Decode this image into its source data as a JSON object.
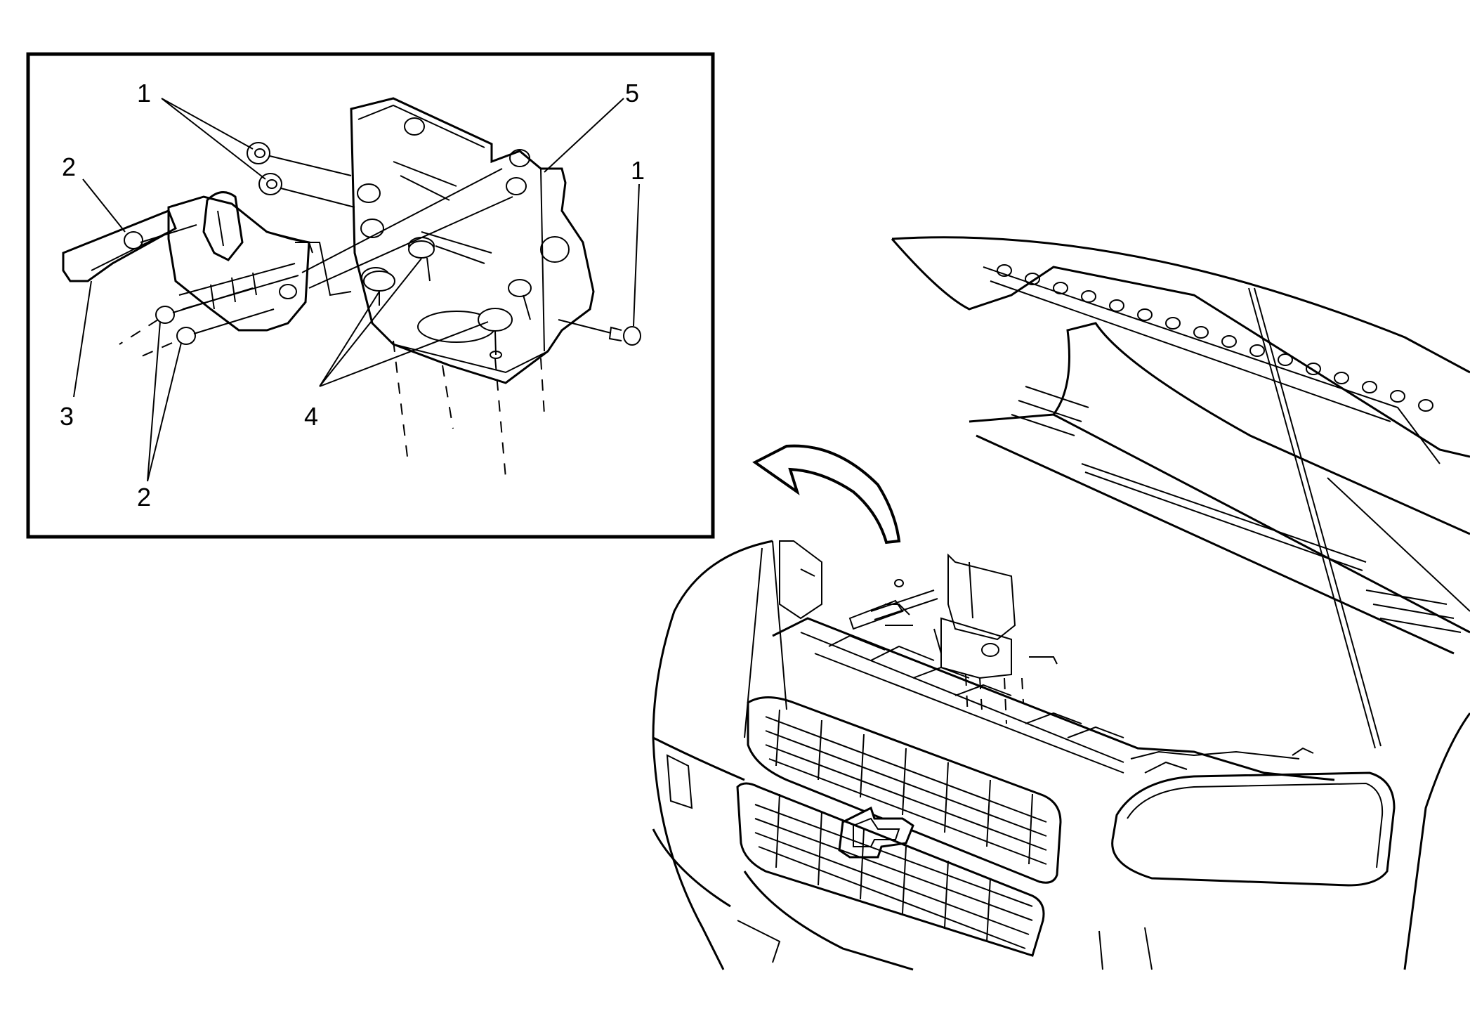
{
  "callouts": [
    {
      "id": "c1a",
      "text": "1"
    },
    {
      "id": "c1b",
      "text": "1"
    },
    {
      "id": "c2a",
      "text": "2"
    },
    {
      "id": "c2b",
      "text": "2"
    },
    {
      "id": "c3",
      "text": "3"
    },
    {
      "id": "c4",
      "text": "4"
    },
    {
      "id": "c5",
      "text": "5"
    }
  ],
  "colors": {
    "ink": "#000000",
    "paper": "#ffffff"
  }
}
